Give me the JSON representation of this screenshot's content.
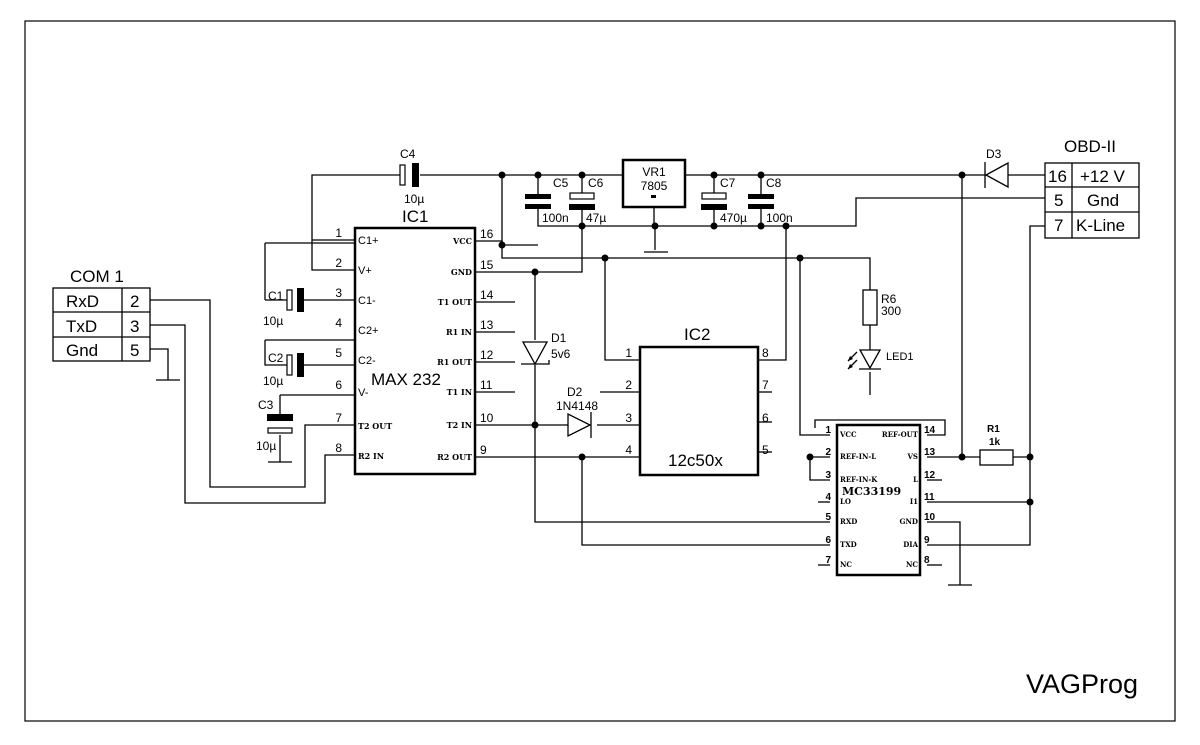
{
  "com1": {
    "title": "COM 1",
    "rows": [
      {
        "name": "RxD",
        "pin": "2"
      },
      {
        "name": "TxD",
        "pin": "3"
      },
      {
        "name": "Gnd",
        "pin": "5"
      }
    ]
  },
  "obd": {
    "title": "OBD-II",
    "rows": [
      {
        "pin": "16",
        "name": "+12 V"
      },
      {
        "pin": "5",
        "name": "Gnd"
      },
      {
        "pin": "7",
        "name": "K-Line"
      }
    ]
  },
  "ic1": {
    "ref": "IC1",
    "part": "MAX 232",
    "left_pins": [
      {
        "num": "1",
        "name": "C1+"
      },
      {
        "num": "2",
        "name": "V+"
      },
      {
        "num": "3",
        "name": "C1-"
      },
      {
        "num": "4",
        "name": "C2+"
      },
      {
        "num": "5",
        "name": "C2-"
      },
      {
        "num": "6",
        "name": "V-"
      },
      {
        "num": "7",
        "name": "T2 OUT"
      },
      {
        "num": "8",
        "name": "R2 IN"
      }
    ],
    "right_pins": [
      {
        "num": "16",
        "name": "VCC"
      },
      {
        "num": "15",
        "name": "GND"
      },
      {
        "num": "14",
        "name": "T1 OUT"
      },
      {
        "num": "13",
        "name": "R1 IN"
      },
      {
        "num": "12",
        "name": "R1 OUT"
      },
      {
        "num": "11",
        "name": "T1 IN"
      },
      {
        "num": "10",
        "name": "T2 IN"
      },
      {
        "num": "9",
        "name": "R2 OUT"
      }
    ]
  },
  "ic2": {
    "ref": "IC2",
    "part": "12c50x",
    "left_pins": [
      "1",
      "2",
      "3",
      "4"
    ],
    "right_pins": [
      "8",
      "7",
      "6",
      "5"
    ]
  },
  "ic3": {
    "part": "MC33199",
    "left_pins": [
      {
        "num": "1",
        "name": "VCC"
      },
      {
        "num": "2",
        "name": "REF-IN-L"
      },
      {
        "num": "3",
        "name": "REF-IN-K"
      },
      {
        "num": "4",
        "name": "LO"
      },
      {
        "num": "5",
        "name": "RXD"
      },
      {
        "num": "6",
        "name": "TXD"
      },
      {
        "num": "7",
        "name": "NC"
      }
    ],
    "right_pins": [
      {
        "num": "14",
        "name": "REF-OUT"
      },
      {
        "num": "13",
        "name": "VS"
      },
      {
        "num": "12",
        "name": "L"
      },
      {
        "num": "11",
        "name": "I1"
      },
      {
        "num": "10",
        "name": "GND"
      },
      {
        "num": "9",
        "name": "DIA"
      },
      {
        "num": "8",
        "name": "NC"
      }
    ]
  },
  "vr1": {
    "ref": "VR1",
    "value": "7805"
  },
  "caps": {
    "c1": {
      "ref": "C1",
      "value": "10µ"
    },
    "c2": {
      "ref": "C2",
      "value": "10µ"
    },
    "c3": {
      "ref": "C3",
      "value": "10µ"
    },
    "c4": {
      "ref": "C4",
      "value": "10µ"
    },
    "c5": {
      "ref": "C5",
      "value": "100n"
    },
    "c6": {
      "ref": "C6",
      "value": "47µ"
    },
    "c7": {
      "ref": "C7",
      "value": "470µ"
    },
    "c8": {
      "ref": "C8",
      "value": "100n"
    }
  },
  "diodes": {
    "d1": {
      "ref": "D1",
      "value": "5v6"
    },
    "d2": {
      "ref": "D2",
      "value": "1N4148"
    },
    "d3": {
      "ref": "D3"
    }
  },
  "resistors": {
    "r1": {
      "ref": "R1",
      "value": "1k"
    },
    "r6": {
      "ref": "R6",
      "value": "300"
    }
  },
  "led": {
    "ref": "LED1"
  },
  "footer": {
    "brand": "VAGProg"
  }
}
